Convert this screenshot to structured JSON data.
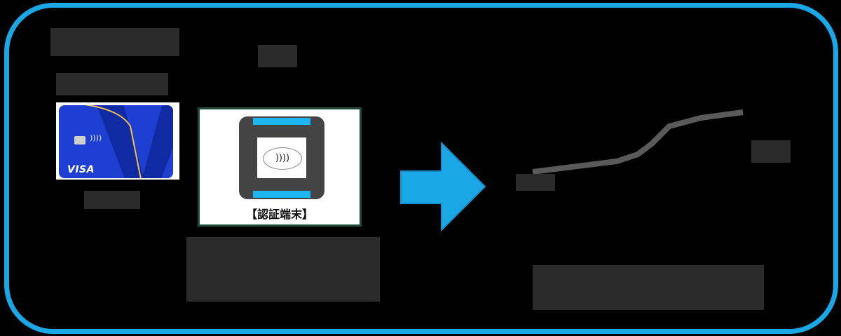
{
  "diagram": {
    "frame_color": "#1aa7e6",
    "left_panel": {
      "heading": "",
      "card_caption_top": "",
      "card": {
        "brand": "VISA",
        "color": "#1e3fd1",
        "nfc_symbol": "))))"
      },
      "card_caption_bottom": ""
    },
    "terminal_panel": {
      "top_label": "",
      "terminal_label": "【認証端末】",
      "nfc_symbol": "))))",
      "description": ""
    },
    "arrow": {
      "color": "#1aa7e6",
      "direction": "right"
    },
    "result_panel": {
      "start_label": "",
      "end_label": "",
      "caption": ""
    }
  }
}
